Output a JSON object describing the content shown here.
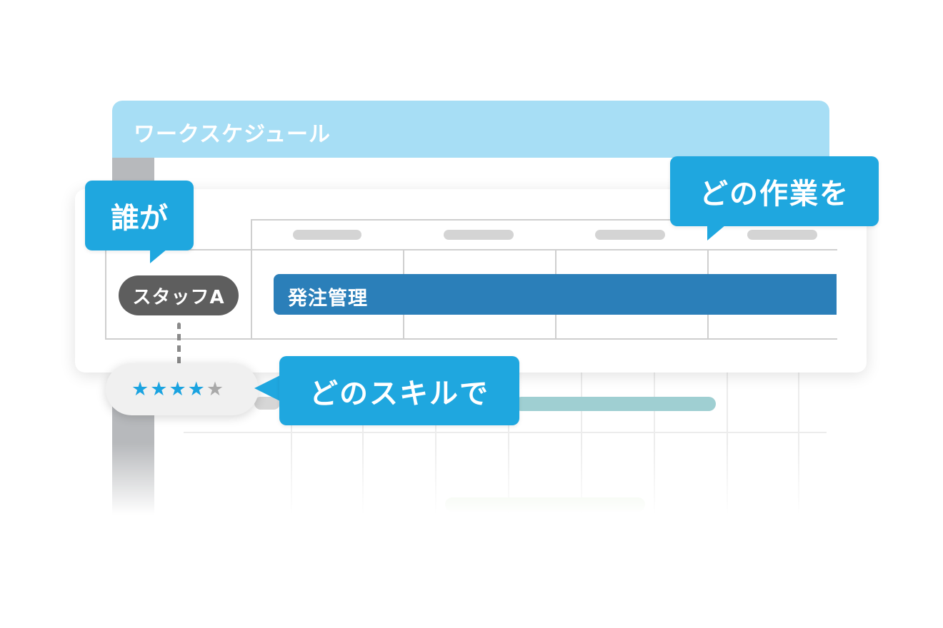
{
  "window": {
    "title": "ワークスケジュール"
  },
  "schedule": {
    "staff_name": "スタッフA",
    "task_label": "発注管理",
    "skill_rating": 4,
    "skill_max": 5
  },
  "callouts": {
    "who": "誰が",
    "what": "どの作業を",
    "skill": "どのスキルで"
  },
  "colors": {
    "titlebar": "#a7def5",
    "callout": "#1fa7df",
    "task_bar": "#2b7fb9",
    "staff_pill": "#5e5e5e",
    "star_on": "#1aa3e0",
    "star_off": "#a9a9a9"
  },
  "icons": {
    "star": "star-icon"
  }
}
